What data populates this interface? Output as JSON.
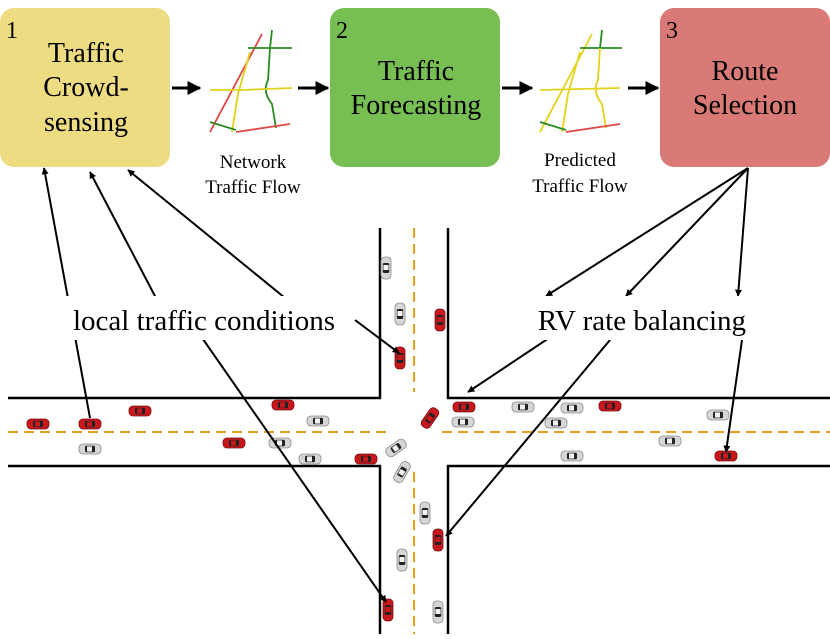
{
  "boxes": [
    {
      "num": "1",
      "lines": [
        "Traffic",
        "Crowd-",
        "sensing"
      ],
      "fill": "#eedc82"
    },
    {
      "num": "2",
      "lines": [
        "Traffic",
        "Forecasting"
      ],
      "fill": "#77bf53"
    },
    {
      "num": "3",
      "lines": [
        "Route",
        "Selection"
      ],
      "fill": "#d97a77"
    }
  ],
  "captions": {
    "network": [
      "Network",
      "Traffic Flow"
    ],
    "predicted": [
      "Predicted",
      "Traffic Flow"
    ]
  },
  "labels": {
    "local": "local traffic conditions",
    "rv": "RV rate balancing"
  },
  "colors": {
    "road_center": "#e8a21a",
    "car_red": "#c8181e",
    "car_gray": "#d6d6d6",
    "line_red": "#e04848",
    "line_green": "#2a8a22",
    "line_yellow": "#e3d21a"
  }
}
